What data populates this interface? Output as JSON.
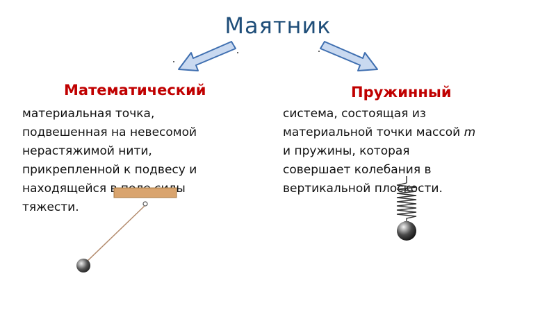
{
  "slide": {
    "title": "Маятник",
    "left": {
      "heading": "Математический",
      "lines": [
        "материальная точка,",
        "подвешенная на невесомой",
        "нерастяжимой нити,",
        "прикрепленной к подвесу и",
        "находящейся в поле силы",
        "тяжести."
      ]
    },
    "right": {
      "heading": "Пружинный",
      "line1_prefix": "система, состоящая из",
      "line2_prefix": "материальной точки массой ",
      "mass_var": "m",
      "line3": "и пружины, которая",
      "line4": "совершает колебания в",
      "line5": "вертикальной плоскости."
    },
    "colors": {
      "title": "#1f4e79",
      "heading": "#c00000",
      "arrow_fill": "#c9d9f0",
      "arrow_stroke": "#3f6fb0",
      "suspension": "#d9a46e"
    }
  }
}
